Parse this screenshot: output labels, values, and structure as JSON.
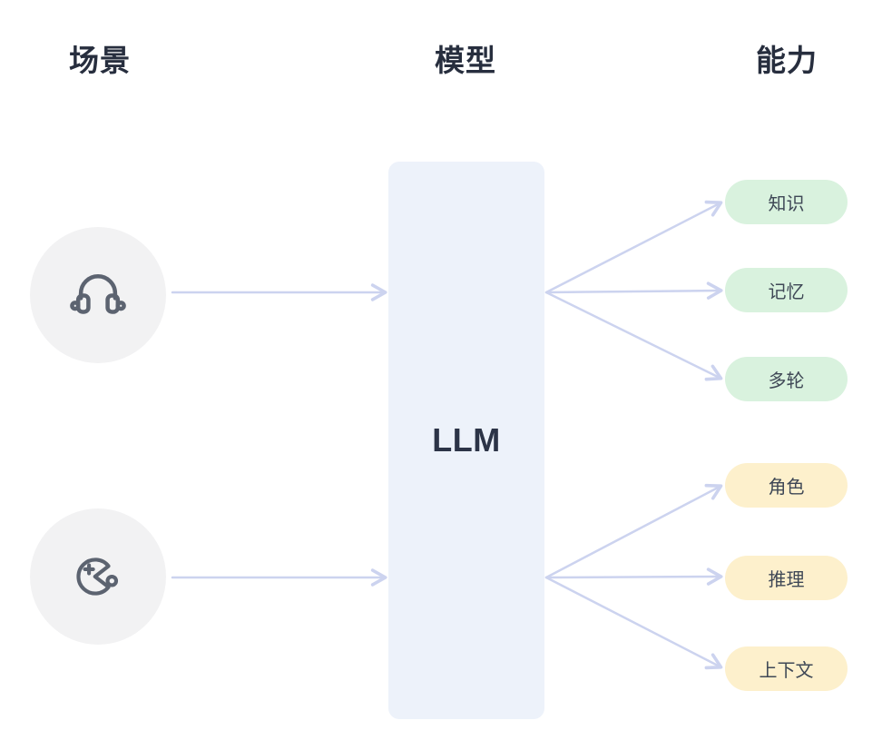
{
  "diagram": {
    "headers": {
      "scenario": "场景",
      "model": "模型",
      "capability": "能力"
    },
    "model_label": "LLM",
    "scenario_icons": [
      "headphones-icon",
      "game-icon"
    ],
    "capabilities": {
      "green": [
        "知识",
        "记忆",
        "多轮"
      ],
      "yellow": [
        "角色",
        "推理",
        "上下文"
      ]
    },
    "colors": {
      "model_box": "#edf2fa",
      "green_pill": "#d9f2de",
      "yellow_pill": "#fdf0cc",
      "scenario_circle": "#f2f2f3",
      "arrow": "#ccd3ef",
      "heading_text": "#272e3e",
      "pill_text": "#3f4856",
      "icon_stroke": "#5c6370"
    }
  }
}
